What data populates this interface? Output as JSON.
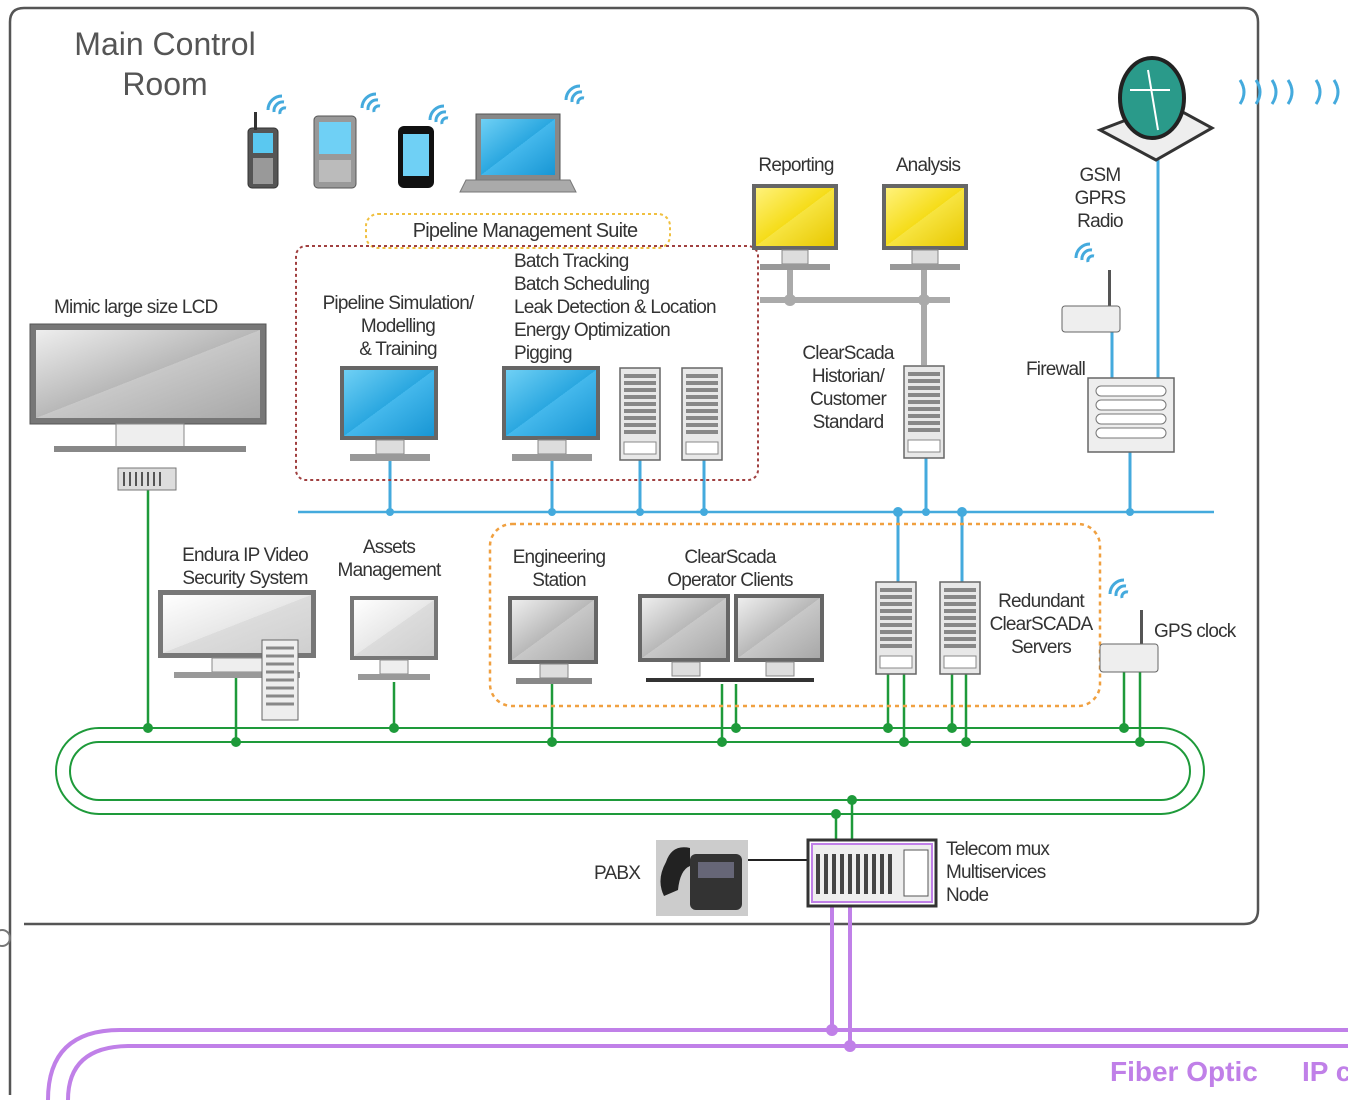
{
  "room": {
    "title_line1": "Main Control",
    "title_line2": "Room"
  },
  "suite": {
    "title": "Pipeline Management Suite"
  },
  "labels": {
    "mimic": "Mimic large size LCD",
    "sim1": "Pipeline Simulation/",
    "sim2": "Modelling",
    "sim3": "& Training",
    "batch1": "Batch Tracking",
    "batch2": "Batch Scheduling",
    "batch3": "Leak Detection & Location",
    "batch4": "Energy Optimization",
    "batch5": "Pigging",
    "reporting": "Reporting",
    "analysis": "Analysis",
    "gsm1": "GSM",
    "gsm2": "GPRS",
    "gsm3": "Radio",
    "firewall": "Firewall",
    "hist1": "ClearScada",
    "hist2": "Historian/",
    "hist3": "Customer",
    "hist4": "Standard",
    "endura1": "Endura IP Video",
    "endura2": "Security System",
    "assets1": "Assets",
    "assets2": "Management",
    "eng1": "Engineering",
    "eng2": "Station",
    "op1": "ClearScada",
    "op2": "Operator Clients",
    "red1": "Redundant",
    "red2": "ClearSCADA",
    "red3": "Servers",
    "gps": "GPS clock",
    "pabx": "PABX",
    "mux1": "Telecom mux",
    "mux2": "Multiservices",
    "mux3": "Node",
    "fiber1": "Fiber Optic",
    "fiber2": "IP c"
  },
  "colors": {
    "blue_line": "#44aadd",
    "green_line": "#1e9a3a",
    "purple_line": "#c080e8",
    "frame": "#555555",
    "dashed_red": "#a04040",
    "dashed_orange": "#f0a040",
    "dashed_yellow": "#f0c040"
  },
  "icons": [
    "cell-phone-icon",
    "pda-icon",
    "smartphone-icon",
    "laptop-icon",
    "satellite-dish-icon",
    "wireless-icon",
    "router-icon",
    "firewall-icon",
    "server-icon",
    "monitor-icon",
    "telephone-icon",
    "mux-icon"
  ]
}
